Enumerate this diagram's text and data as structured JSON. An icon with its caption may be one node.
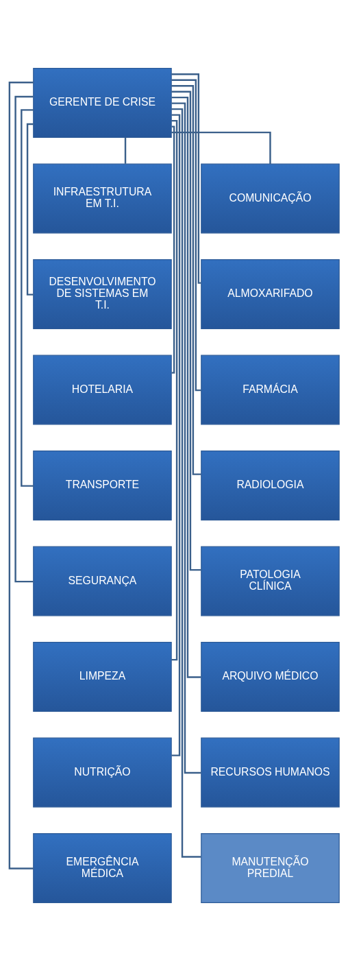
{
  "diagram": {
    "nodes": [
      {
        "text": [
          "GERENTE DE CRISE"
        ]
      },
      {
        "text": [
          "INFRAESTRUTURA EM T.I."
        ]
      },
      {
        "text": [
          "COMUNICAÇÃO"
        ]
      },
      {
        "text": [
          "DESENVOLVIMENTO DE SISTEMAS EM T.I."
        ]
      },
      {
        "text": [
          "ALMOXARIFADO"
        ]
      },
      {
        "text": [
          "HOTELARIA"
        ]
      },
      {
        "text": [
          "FARMÁCIA"
        ]
      },
      {
        "text": [
          "TRANSPORTE"
        ]
      },
      {
        "text": [
          "RADIOLOGIA"
        ]
      },
      {
        "text": [
          "SEGURANÇA"
        ]
      },
      {
        "text": [
          "PATOLOGIA CLÍNICA"
        ]
      },
      {
        "text": [
          "LIMPEZA"
        ]
      },
      {
        "text": [
          "ARQUIVO MÉDICO"
        ]
      },
      {
        "text": [
          "NUTRIÇÃO"
        ]
      },
      {
        "text": [
          "RECURSOS HUMANOS"
        ]
      },
      {
        "text": [
          "EMERGÊNCIA MÉDICA"
        ]
      },
      {
        "text": [
          "MANUTENÇÃO PREDIAL"
        ]
      }
    ],
    "edges": [
      {
        "from": 0,
        "to": 1,
        "arrow": "none"
      },
      {
        "from": 0,
        "to": 2,
        "arrow": "none"
      },
      {
        "from": 0,
        "to": 3,
        "arrow": "none"
      },
      {
        "from": 0,
        "to": 4,
        "arrow": "none"
      },
      {
        "from": 0,
        "to": 5,
        "arrow": "none"
      },
      {
        "from": 0,
        "to": 6,
        "arrow": "none"
      },
      {
        "from": 0,
        "to": 7,
        "arrow": "none"
      },
      {
        "from": 0,
        "to": 8,
        "arrow": "none"
      },
      {
        "from": 0,
        "to": 9,
        "arrow": "none"
      },
      {
        "from": 0,
        "to": 10,
        "arrow": "none"
      },
      {
        "from": 0,
        "to": 11,
        "arrow": "none"
      },
      {
        "from": 0,
        "to": 12,
        "arrow": "none"
      },
      {
        "from": 0,
        "to": 13,
        "arrow": "none"
      },
      {
        "from": 0,
        "to": 14,
        "arrow": "none"
      },
      {
        "from": 0,
        "to": 15,
        "arrow": "none"
      },
      {
        "from": 0,
        "to": 16,
        "arrow": "none"
      }
    ]
  }
}
